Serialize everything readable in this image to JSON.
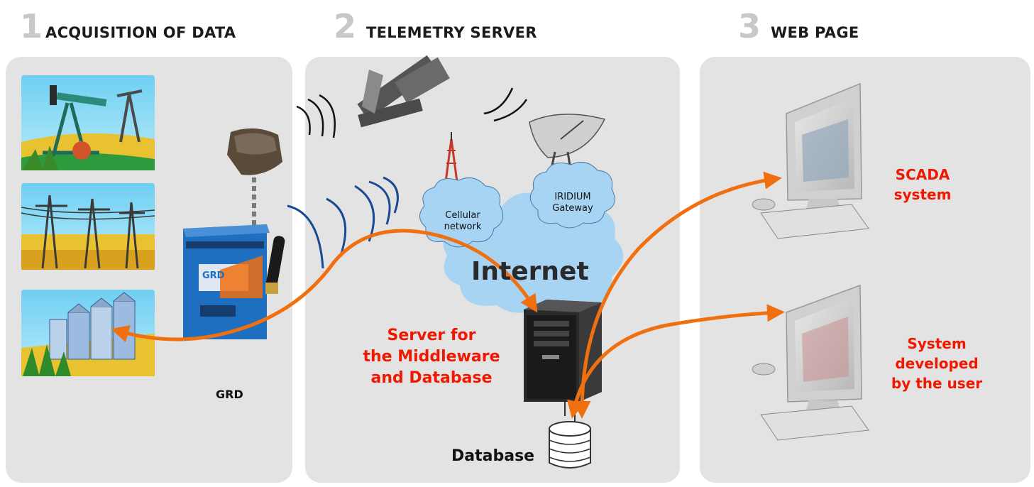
{
  "steps": [
    {
      "number": "1",
      "label": "ACQUISITION OF DATA"
    },
    {
      "number": "2",
      "label": "TELEMETRY SERVER"
    },
    {
      "number": "3",
      "label": "WEB PAGE"
    }
  ],
  "device_label": "GRD",
  "device_face_label": "GRD",
  "clouds": {
    "cellular": [
      "Cellular",
      "network"
    ],
    "iridium": [
      "IRIDIUM",
      "Gateway"
    ],
    "internet": "Internet"
  },
  "server_label": [
    "Server for",
    "the Middleware",
    "and Database"
  ],
  "database_label": "Database",
  "scada_label": [
    "SCADA",
    "system"
  ],
  "user_system_label": [
    "System",
    "developed",
    "by the user"
  ],
  "colors": {
    "panel": "#e3e3e3",
    "arrow": "#f07010",
    "accent_red": "#f01800",
    "cloud": "#a8d4f4",
    "device_blue": "#1e6fc0"
  }
}
